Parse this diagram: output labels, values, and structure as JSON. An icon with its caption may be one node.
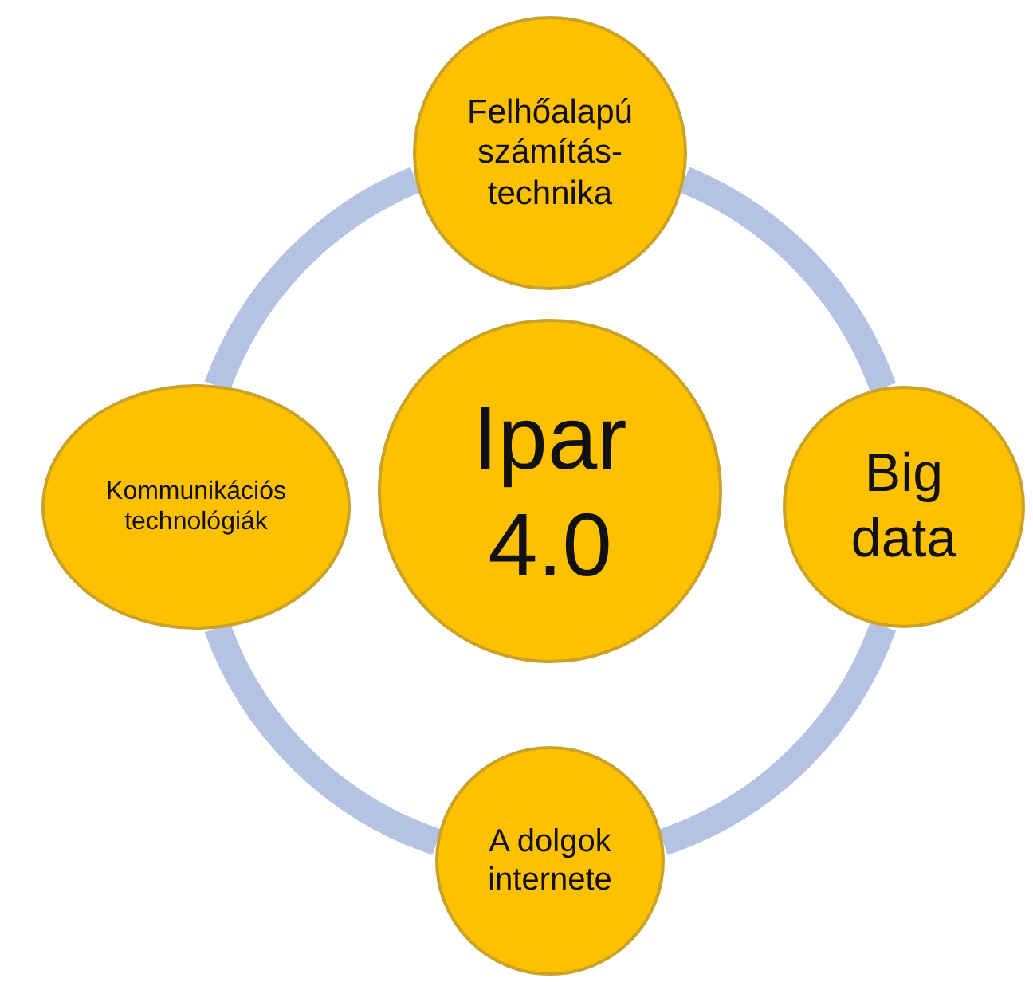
{
  "diagram": {
    "nodes": [
      {
        "text": [
          "Felhőalapú számítás-technika"
        ]
      },
      {
        "text": [
          "Kommunikációs technológiák"
        ]
      },
      {
        "text": [
          "Ipar 4.0"
        ]
      },
      {
        "text": [
          "Big data"
        ]
      },
      {
        "text": [
          "A dolgok internete"
        ]
      }
    ],
    "edges": [
      {
        "from": 0,
        "to": 3,
        "arrow": "none"
      },
      {
        "from": 3,
        "to": 4,
        "arrow": "none"
      },
      {
        "from": 4,
        "to": 1,
        "arrow": "none"
      },
      {
        "from": 1,
        "to": 0,
        "arrow": "none"
      }
    ]
  }
}
